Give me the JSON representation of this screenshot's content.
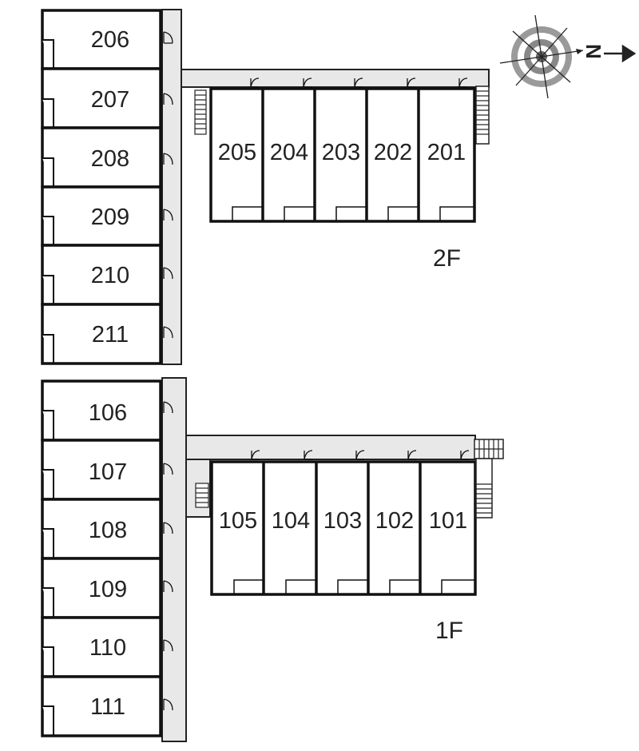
{
  "floors": {
    "upper": {
      "label": "2F",
      "west_units": [
        "206",
        "207",
        "208",
        "209",
        "210",
        "211"
      ],
      "east_units": [
        "205",
        "204",
        "203",
        "202",
        "201"
      ]
    },
    "lower": {
      "label": "1F",
      "west_units": [
        "106",
        "107",
        "108",
        "109",
        "110",
        "111"
      ],
      "east_units": [
        "105",
        "104",
        "103",
        "102",
        "101"
      ]
    }
  },
  "compass": {
    "north_label": "N",
    "icon": "compass-rose-icon"
  },
  "colors": {
    "walls": "#111111",
    "corridor": "#e8e8e8",
    "background": "#ffffff"
  }
}
